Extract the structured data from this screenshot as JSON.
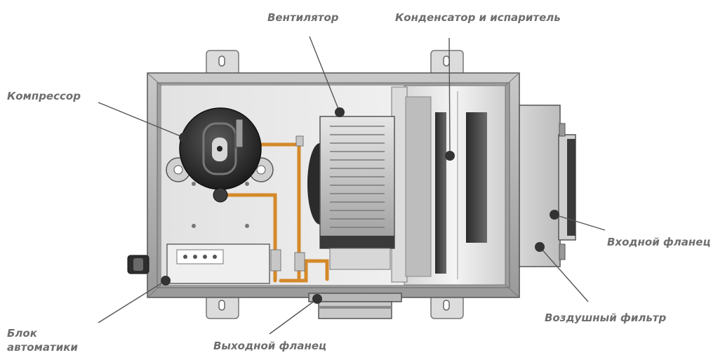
{
  "labels": {
    "fan": "Вентилятор",
    "condenser_evaporator": "Конденсатор и испаритель",
    "compressor": "Компрессор",
    "inlet_flange": "Входной фланец",
    "air_filter": "Воздушный фильтр",
    "outlet_flange": "Выходной фланец",
    "control_unit_line1": "Блок",
    "control_unit_line2": "автоматики"
  },
  "colors": {
    "label_text": "#6e6e6e",
    "leader_line": "#555555",
    "marker": "#333333",
    "frame": "#8a8a8a",
    "panel": "#f4f4f4",
    "pipe": "#d4892a"
  },
  "icons": [
    "compressor-icon",
    "fan-icon",
    "heat-exchanger-icon",
    "inlet-flange-icon",
    "outlet-flange-icon",
    "control-box-icon"
  ]
}
